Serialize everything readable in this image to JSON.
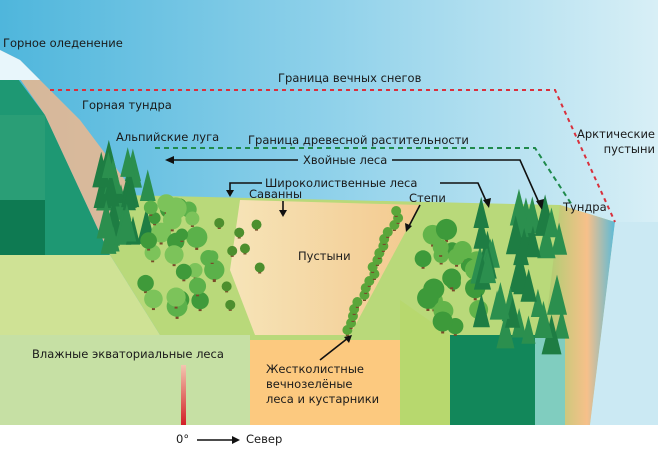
{
  "labels": {
    "mountain_glaciation": "Горное оледенение",
    "snow_line": "Граница вечных снегов",
    "mountain_tundra": "Горная тундра",
    "alpine_meadows": "Альпийские луга",
    "tree_line": "Граница древесной растительности",
    "coniferous_forests": "Хвойные леса",
    "broadleaf_forests": "Широколиственные леса",
    "savannas": "Саванны",
    "steppes": "Степи",
    "tundra": "Тундра",
    "arctic_deserts_line1": "Арктические",
    "arctic_deserts_line2": "пустыни",
    "deserts": "Пустыни",
    "rainforests": "Влажные экваториальные леса",
    "sclerophyll_line1": "Жестколистные",
    "sclerophyll_line2": "вечнозелёные",
    "sclerophyll_line3": "леса и кустарники",
    "equator": "0°",
    "north": "Север"
  },
  "colors": {
    "snow_line": "#d9303c",
    "tree_line": "#1f8a4c",
    "equator_marker": "#d21f26"
  }
}
